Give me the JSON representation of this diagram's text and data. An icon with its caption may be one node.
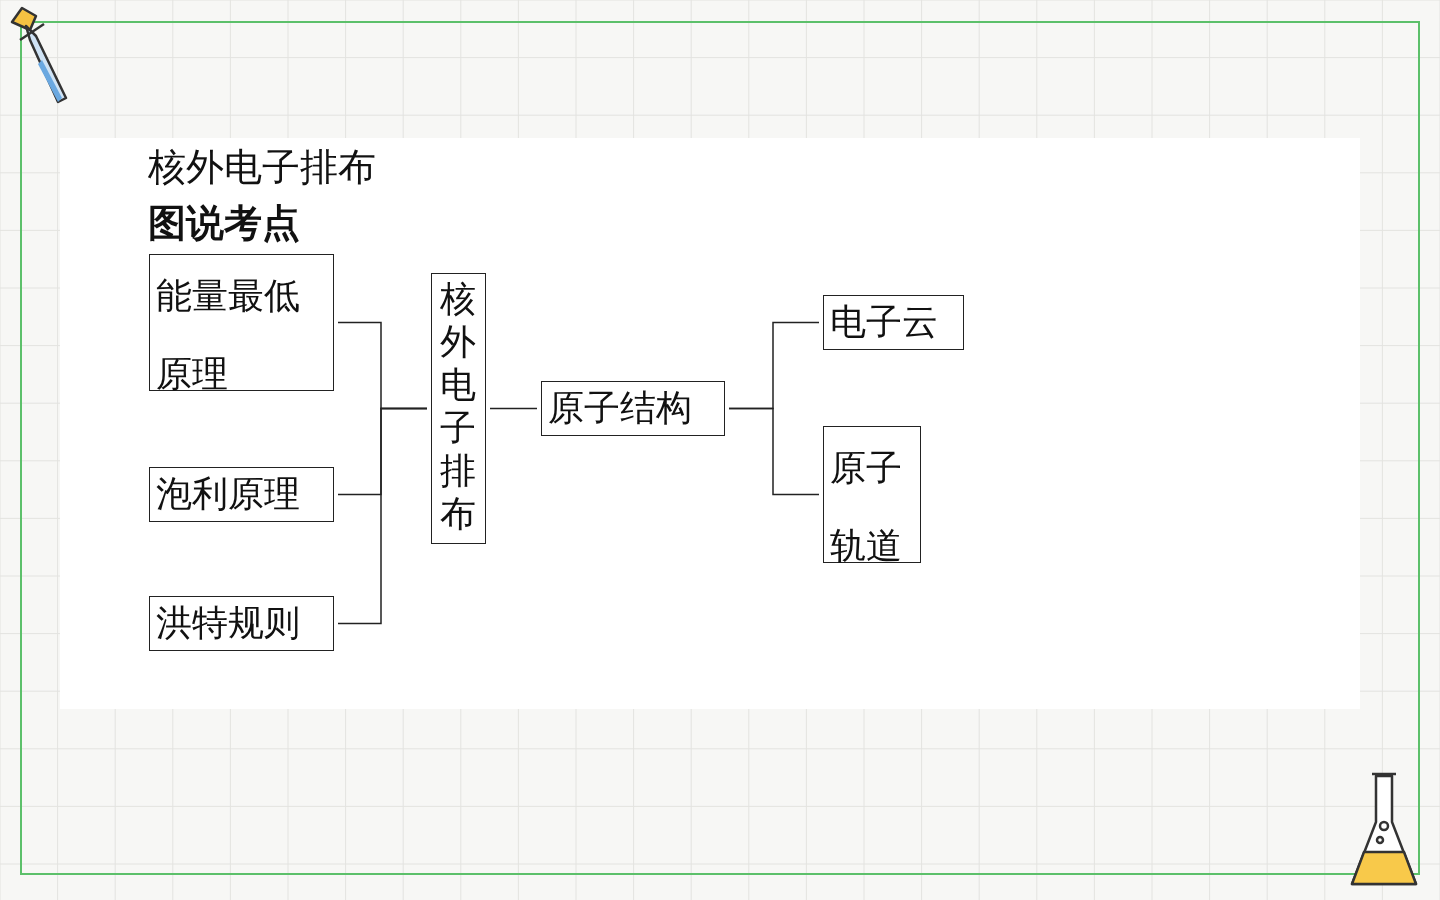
{
  "diagram": {
    "title": "核外电子排布",
    "labels": [
      "图说考点"
    ],
    "nodes": [
      {
        "text": [
          "能量最低原理"
        ]
      },
      {
        "text": [
          "泡利原理"
        ]
      },
      {
        "text": [
          "洪特规则"
        ]
      },
      {
        "text": [
          "核外电子排布"
        ]
      },
      {
        "text": [
          "原子结构"
        ]
      },
      {
        "text": [
          "电子云"
        ]
      },
      {
        "text": [
          "原子轨道"
        ]
      }
    ],
    "edges": [
      {
        "from": 0,
        "to": 3,
        "arrow": "none"
      },
      {
        "from": 1,
        "to": 3,
        "arrow": "none"
      },
      {
        "from": 2,
        "to": 3,
        "arrow": "none"
      },
      {
        "from": 3,
        "to": 4,
        "arrow": "none"
      },
      {
        "from": 4,
        "to": 5,
        "arrow": "none"
      },
      {
        "from": 4,
        "to": 6,
        "arrow": "none"
      }
    ]
  }
}
